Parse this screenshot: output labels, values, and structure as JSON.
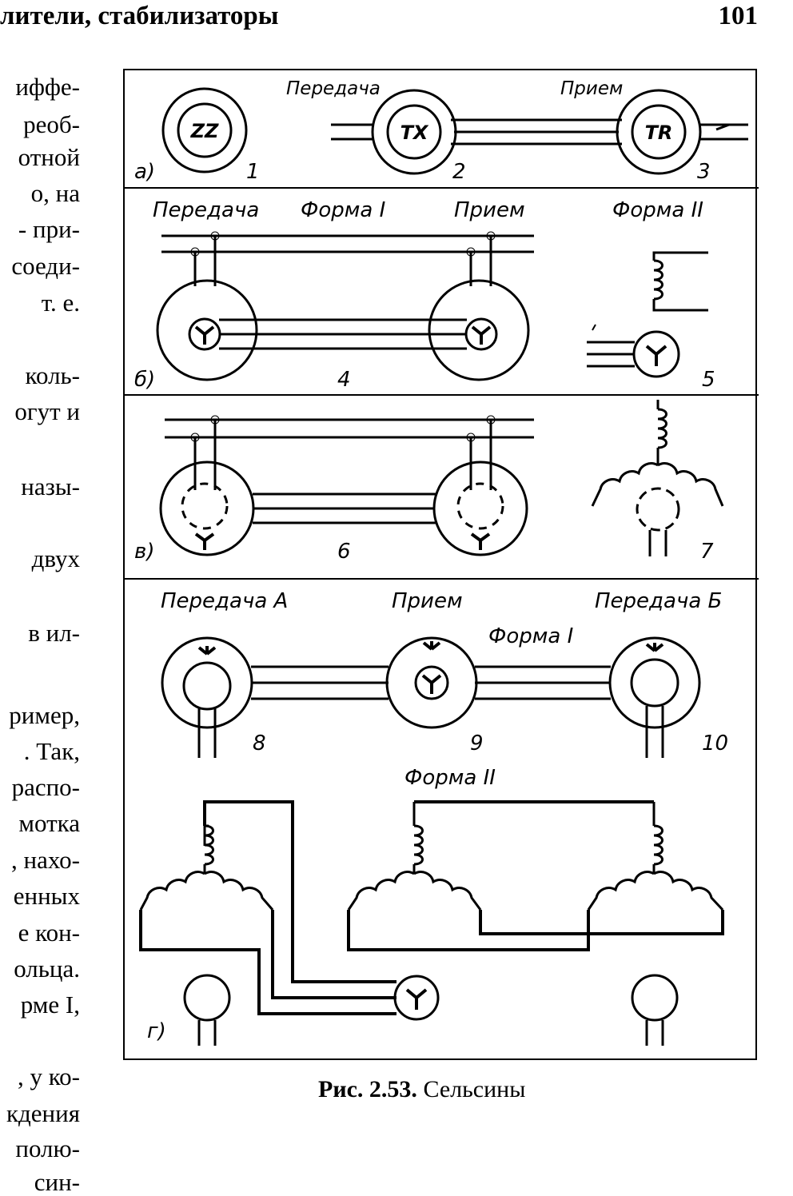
{
  "header": {
    "left": "лители, стабилизаторы",
    "right": "101"
  },
  "body_text": [
    "иффе-",
    "реоб-",
    "отной",
    "о,   на",
    "- при-",
    "соеди-",
    "т.  е.",
    "коль-",
    "огут и",
    "назы-",
    "двух",
    "в  ил-",
    "ример,",
    ". Так,",
    "распо-",
    "мотка",
    ", нахо-",
    "енных",
    "е кон-",
    "ольца.",
    "рме I,",
    ", у ко-",
    "кдения",
    "полю-",
    "син-"
  ],
  "figure": {
    "panel_a": {
      "letter": "а)",
      "transmit": "Передача",
      "receive": "Прием",
      "labels": [
        "ZZ",
        "TX",
        "TR"
      ],
      "numbers": [
        "1",
        "2",
        "3"
      ]
    },
    "panel_b": {
      "letter": "б)",
      "transmit": "Передача",
      "form1": "Форма I",
      "receive": "Прием",
      "form2": "Форма II",
      "numbers": [
        "4",
        "5"
      ]
    },
    "panel_v": {
      "letter": "в)",
      "numbers": [
        "6",
        "7"
      ]
    },
    "panel_g": {
      "letter": "г)",
      "transmit_a": "Передача А",
      "receive": "Прием",
      "transmit_b": "Передача Б",
      "form1": "Форма I",
      "form2": "Форма II",
      "numbers": [
        "8",
        "9",
        "10"
      ]
    }
  },
  "caption": {
    "prefix": "Рис. 2.53.",
    "text": "Сельсины"
  }
}
